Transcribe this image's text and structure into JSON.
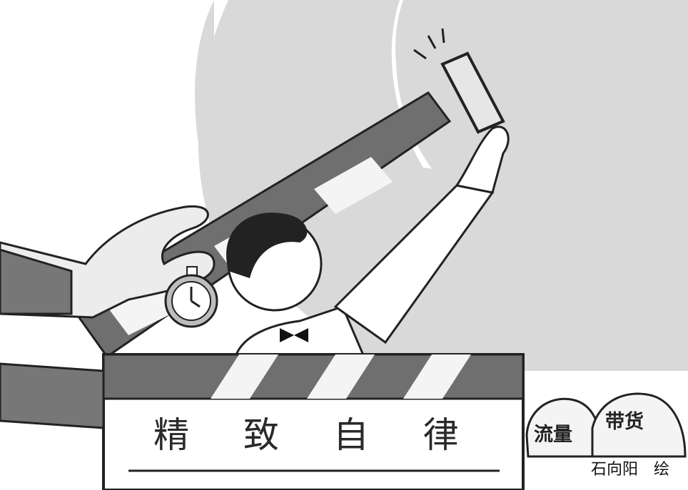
{
  "clapperboard": {
    "slogan": "精 致 自 律"
  },
  "money_bags": [
    {
      "label": "流量"
    },
    {
      "label": "带货"
    }
  ],
  "credit": "石向阳　绘"
}
